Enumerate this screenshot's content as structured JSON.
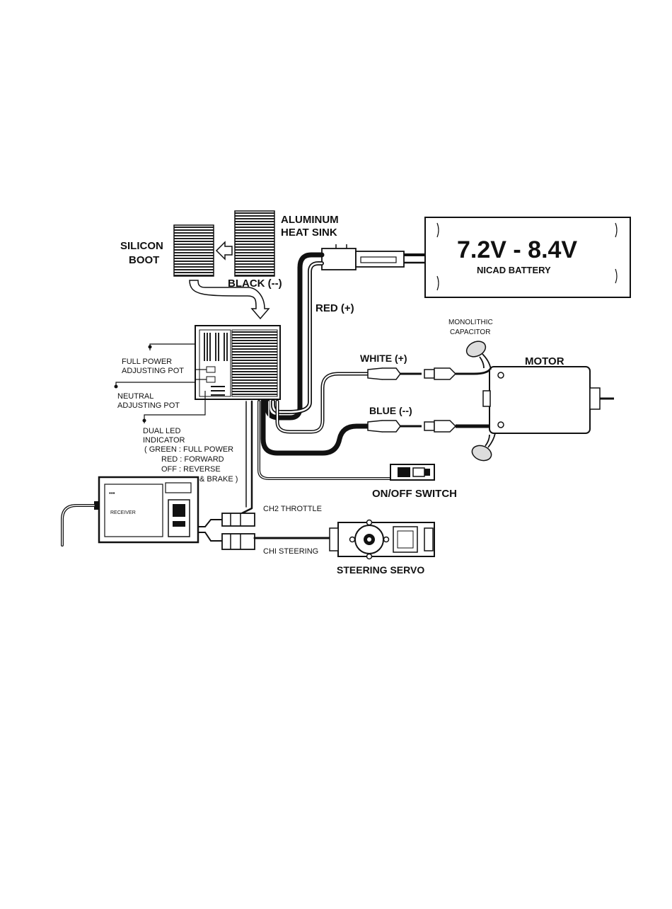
{
  "labels": {
    "silicon_boot": [
      "SILICON",
      "BOOT"
    ],
    "heat_sink": [
      "ALUMINUM",
      "HEAT SINK"
    ],
    "black_wire": "BLACK (--)",
    "red_wire": "RED (+)",
    "battery_voltage": "7.2V - 8.4V",
    "battery_type": "NICAD BATTERY",
    "capacitor": [
      "MONOLITHIC",
      "CAPACITOR"
    ],
    "motor": "MOTOR",
    "white_wire": "WHITE (+)",
    "blue_wire": "BLUE (--)",
    "full_power_pot": [
      "FULL POWER",
      "ADJUSTING POT"
    ],
    "neutral_pot": [
      "NEUTRAL",
      "ADJUSTING POT"
    ],
    "led_indicator": [
      "DUAL LED",
      "INDICATOR",
      "( GREEN : FULL POWER",
      "RED : FORWARD",
      "OFF : REVERSE",
      "& BRAKE )"
    ],
    "on_off_switch": "ON/OFF SWITCH",
    "ch2": "CH2 THROTTLE",
    "ch1": "CHI STEERING",
    "servo": "STEERING SERVO",
    "receiver": "RECEIVER"
  },
  "colors": {
    "ink": "#111111",
    "paper": "#ffffff"
  }
}
